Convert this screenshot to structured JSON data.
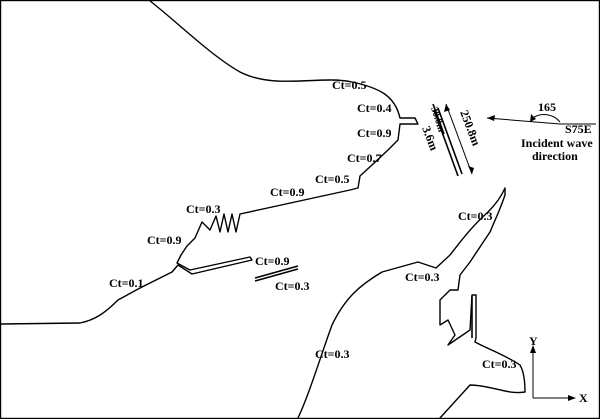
{
  "labels": {
    "ct_0": "Ct=0.5",
    "ct_1": "Ct=0.4",
    "ct_2": "Ct=0.9",
    "ct_3": "Ct=0.7",
    "ct_4": "Ct=0.5",
    "ct_5": "Ct=0.9",
    "ct_6": "Ct=0.3",
    "ct_7": "Ct=0.9",
    "ct_8": "Ct=0.9",
    "ct_9": "Ct=0.1",
    "ct_10": "Ct=0.3",
    "ct_11": "Ct=0.3",
    "ct_12": "Ct=0.3",
    "ct_13": "Ct=0.3",
    "ct_14": "Ct=0.3"
  },
  "dims": {
    "length": "250.8m",
    "width": "3.6m",
    "gap": "30.0m"
  },
  "wave": {
    "angle": "165",
    "bearing": "S75E",
    "caption_1": "Incident wave",
    "caption_2": "direction"
  },
  "axes": {
    "y": "Y",
    "x": "X"
  }
}
